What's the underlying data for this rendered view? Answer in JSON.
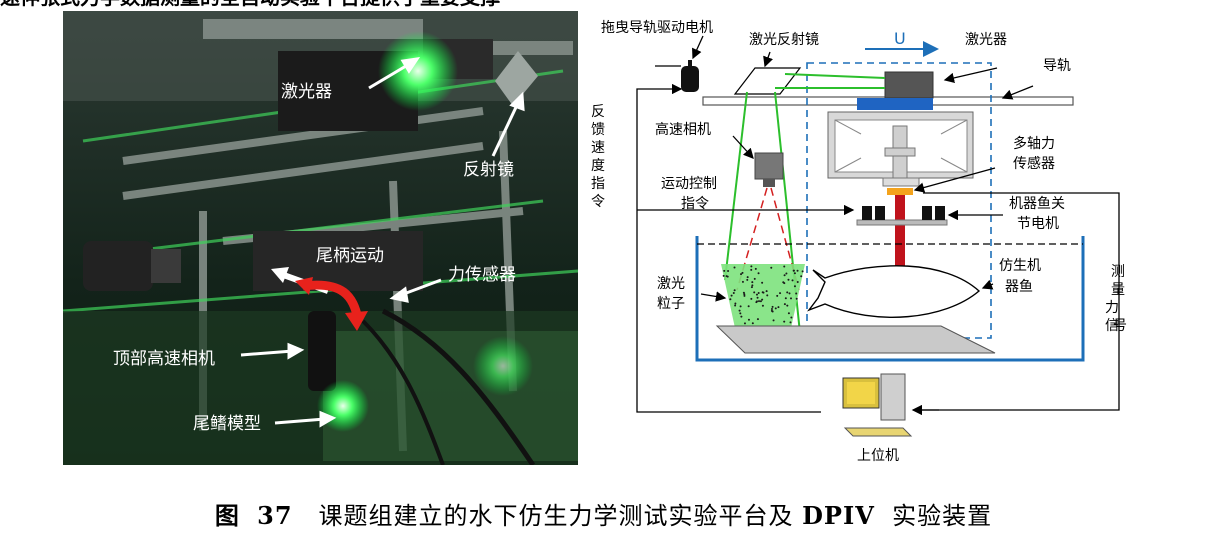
{
  "top_fragment": "速伸张式力学数据测量的全自动实验平台提供了重要支撑",
  "photo": {
    "labels": {
      "laser": "激光器",
      "mirror": "反射镜",
      "tail_motion": "尾柄运动",
      "force_sensor": "力传感器",
      "top_camera": "顶部高速相机",
      "fin_model": "尾鳍模型"
    }
  },
  "schematic": {
    "labels": {
      "drag_motor": "拖曳导轨驱动电机",
      "laser_mirror": "激光反射镜",
      "u_arrow": "U",
      "laser": "激光器",
      "rail": "导轨",
      "feedback": [
        "反",
        "馈",
        "速",
        "度",
        "指",
        "令"
      ],
      "hs_camera": "高速相机",
      "motion_cmd_1": "运动控制",
      "motion_cmd_2": "指令",
      "force_sensor_1": "多轴力",
      "force_sensor_2": "传感器",
      "joint_motor_1": "机器鱼关",
      "joint_motor_2": "节电机",
      "laser_particles_1": "激光",
      "laser_particles_2": "粒子",
      "bio_fish_1": "仿生机",
      "bio_fish_2": "器鱼",
      "force_signal": [
        "测",
        "量",
        "力",
        "信",
        "号"
      ],
      "host_pc": "上位机"
    }
  },
  "caption": {
    "prefix": "图",
    "number": "37",
    "text_1": "课题组建立的水下仿生力学测试实验平台及",
    "text_2": "DPIV",
    "text_3": "实验装置"
  }
}
